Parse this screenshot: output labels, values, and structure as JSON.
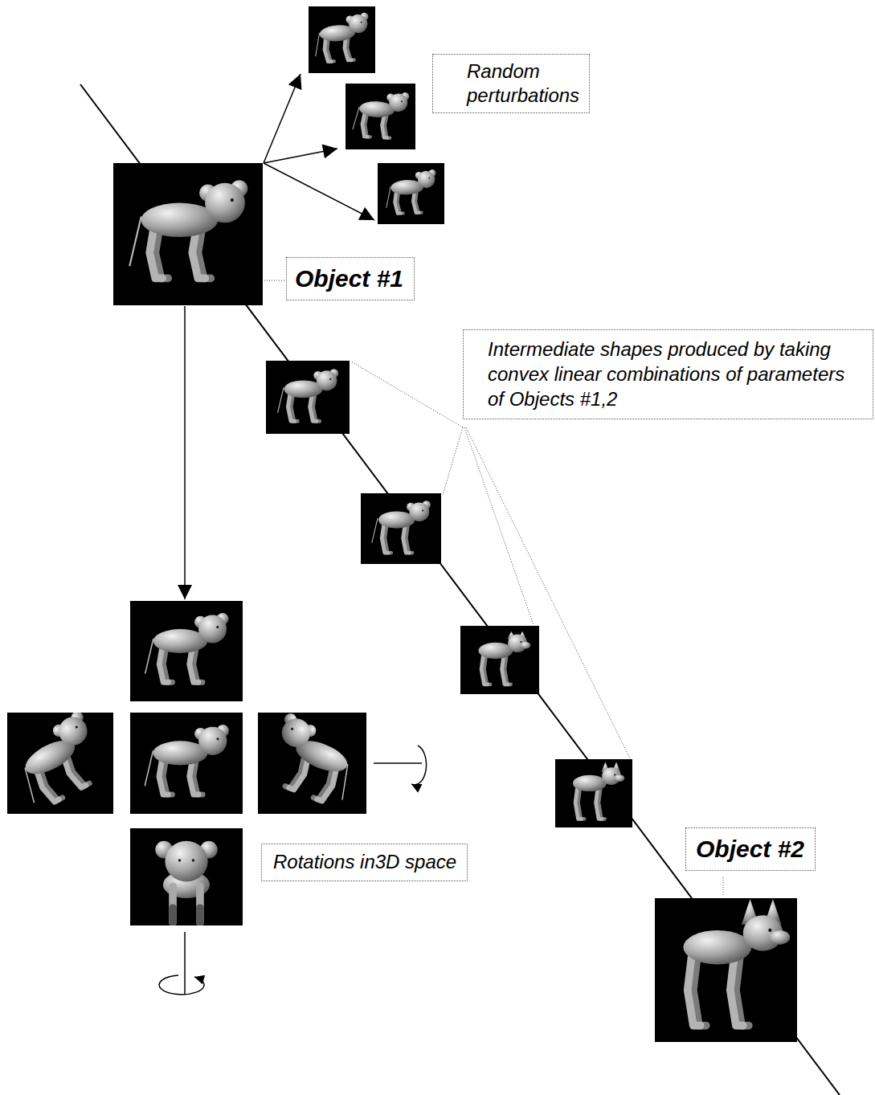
{
  "diagram": {
    "nodes": [
      {
        "text": [
          "Random perturbations"
        ]
      },
      {
        "text": [
          "Object #1"
        ]
      },
      {
        "text": [
          "Intermediate shapes produced by taking convex linear combinations of parameters of Objects #1,2"
        ]
      },
      {
        "text": [
          "Object #2"
        ]
      },
      {
        "text": [
          "Rotations in3D space"
        ]
      }
    ]
  }
}
